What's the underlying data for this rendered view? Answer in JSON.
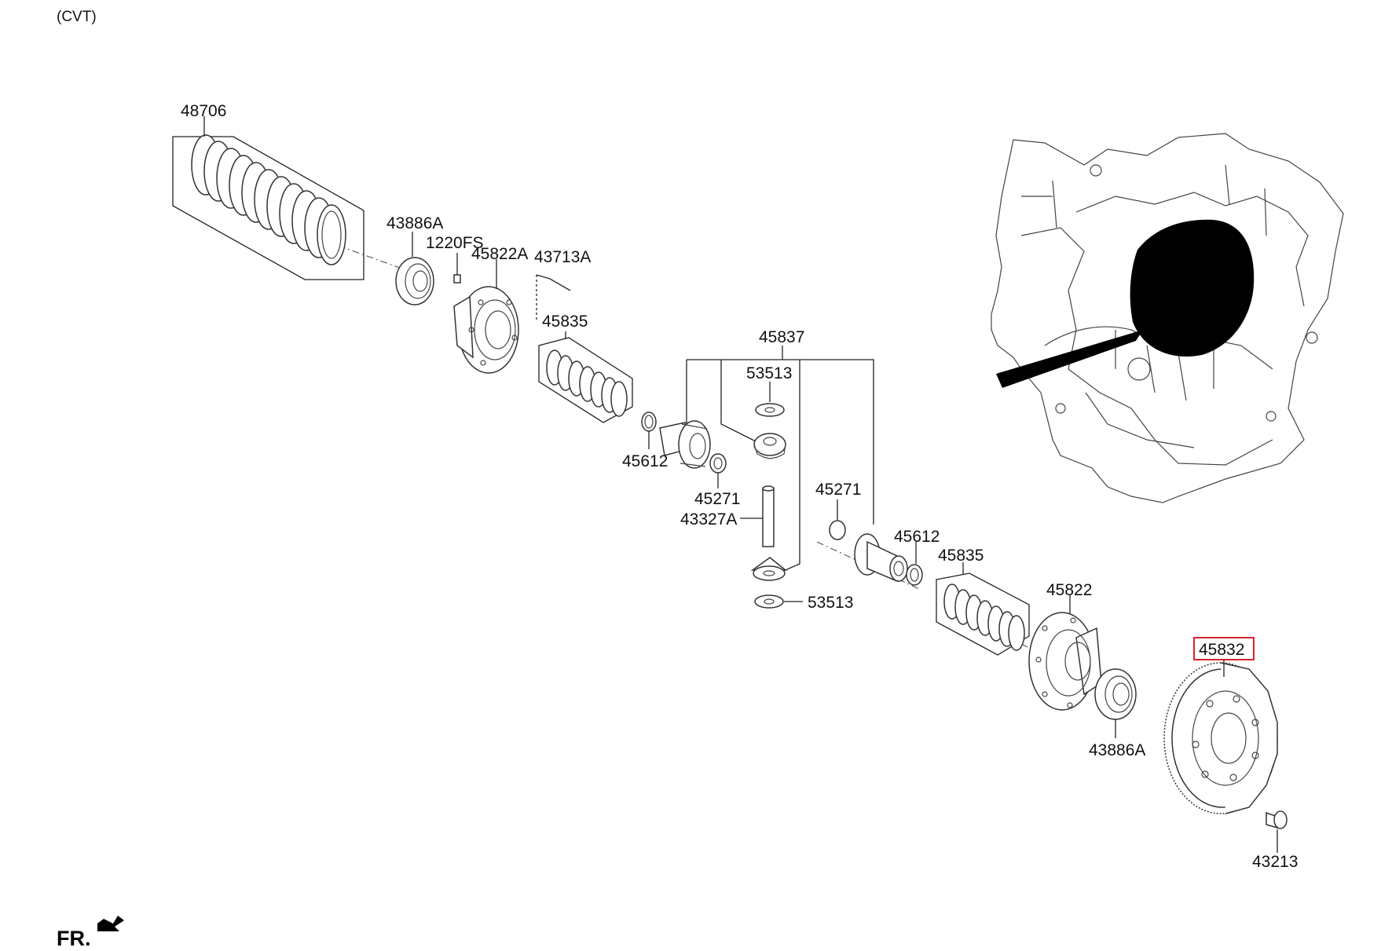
{
  "header": {
    "variant": "(CVT)"
  },
  "footer": {
    "front_marker": "FR."
  },
  "highlight_color": "#d9242c",
  "parts": {
    "p48706": "48706",
    "p43886A_top": "43886A",
    "p1220FS": "1220FS",
    "p45822A": "45822A",
    "p43713A": "43713A",
    "p45835_top": "45835",
    "p45837": "45837",
    "p53513_top": "53513",
    "p45612_left": "45612",
    "p45271_left": "45271",
    "p43327A": "43327A",
    "p45271_right": "45271",
    "p45612_right": "45612",
    "p45835_bottom": "45835",
    "p53513_bottom": "53513",
    "p45822": "45822",
    "p45832": "45832",
    "p43886A_bottom": "43886A",
    "p43213": "43213"
  },
  "selected_part": "45832"
}
